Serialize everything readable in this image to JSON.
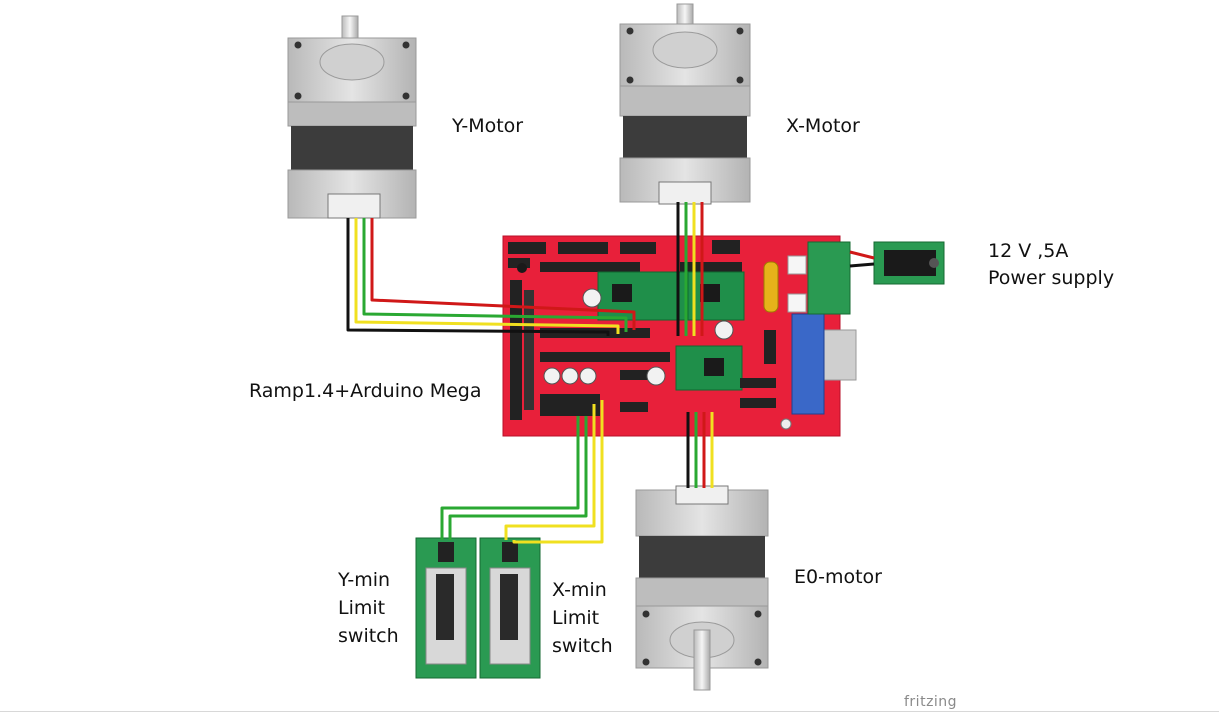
{
  "labels": {
    "y_motor": "Y-Motor",
    "x_motor": "X-Motor",
    "power_line1": "12 V ,5A",
    "power_line2": "Power supply",
    "board": "Ramp1.4+Arduino Mega",
    "e0_motor": "E0-motor",
    "ymin": "Y-min\nLimit\nswitch",
    "xmin": "X-min\nLimit\nswitch",
    "watermark": "fritzing"
  },
  "colors": {
    "board_red": "#e8203a",
    "driver_green": "#1f8f4a",
    "wire_red": "#d01818",
    "wire_green": "#2aa832",
    "wire_yellow": "#f0e020",
    "wire_black": "#111111",
    "motor_grey": "#c8c8c8",
    "motor_dark": "#3a3a3a",
    "switch_green": "#2a9a52",
    "terminal_blue": "#3a68c8"
  }
}
